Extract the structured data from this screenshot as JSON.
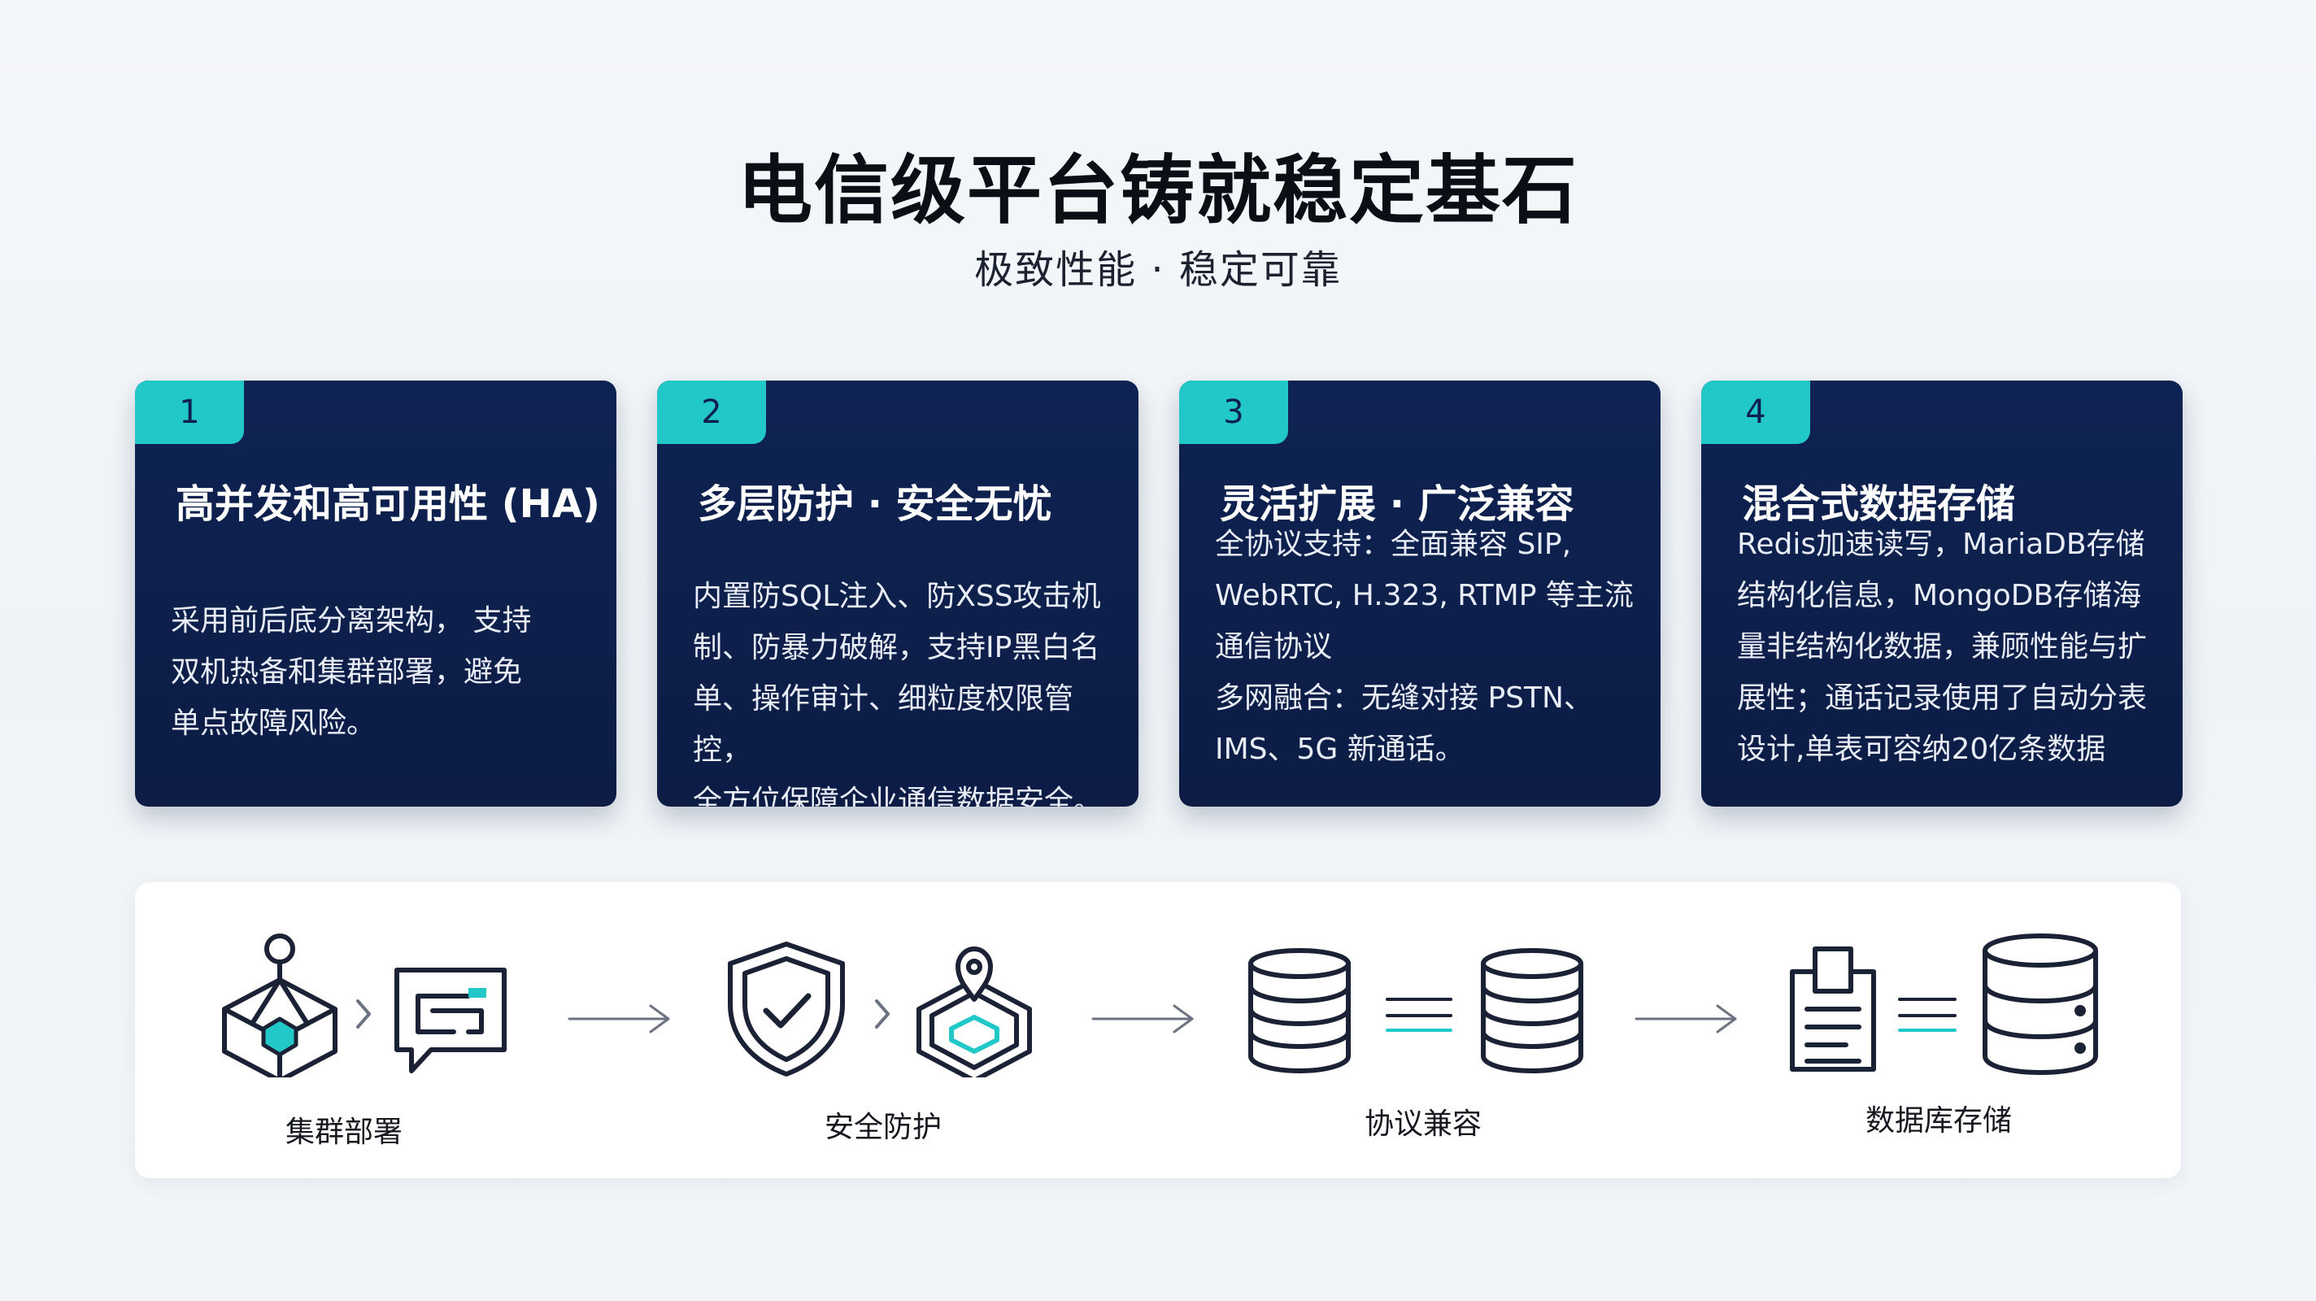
{
  "header": {
    "title": "电信级平台铸就稳定基石",
    "subtitle": "极致性能 · 稳定可靠"
  },
  "colors": {
    "card_bg": "#0d1f4a",
    "badge": "#22c7c7",
    "icon_stroke": "#1b2236",
    "icon_accent": "#22c7c7"
  },
  "cards": [
    {
      "number": "1",
      "title": "高并发和高可用性 (HA)",
      "lines": [
        "采用前后底分离架构， 支持",
        "双机热备和集群部署，避免",
        "单点故障风险。"
      ]
    },
    {
      "number": "2",
      "title": "多层防护 · 安全无忧",
      "lines": [
        "内置防SQL注入、防XSS攻击机",
        "制、防暴力破解，支持IP黑白名",
        "单、操作审计、细粒度权限管控，",
        "全方位保障企业通信数据安全。"
      ]
    },
    {
      "number": "3",
      "title": "灵活扩展 · 广泛兼容",
      "lines": [
        "全协议支持：全面兼容 SIP,",
        "WebRTC, H.323, RTMP 等主流",
        "通信协议",
        "多网融合：无缝对接 PSTN、",
        "IMS、5G 新通话。"
      ]
    },
    {
      "number": "4",
      "title": "混合式数据存储",
      "lines": [
        "Redis加速读写，MariaDB存储",
        "结构化信息，MongoDB存储海",
        "量非结构化数据，兼顾性能与扩",
        "展性；通话记录使用了自动分表",
        "设计,单表可容纳20亿条数据"
      ]
    }
  ],
  "flow": [
    {
      "label": "集群部署",
      "icons": [
        "cluster-cube-icon",
        "chat-screen-icon"
      ]
    },
    {
      "label": "安全防护",
      "icons": [
        "shield-check-icon",
        "location-cube-icon"
      ]
    },
    {
      "label": "协议兼容",
      "icons": [
        "database-icon",
        "equals-icon",
        "database-icon"
      ]
    },
    {
      "label": "数据库存储",
      "icons": [
        "document-icon",
        "equals-icon",
        "database-icon"
      ]
    }
  ]
}
